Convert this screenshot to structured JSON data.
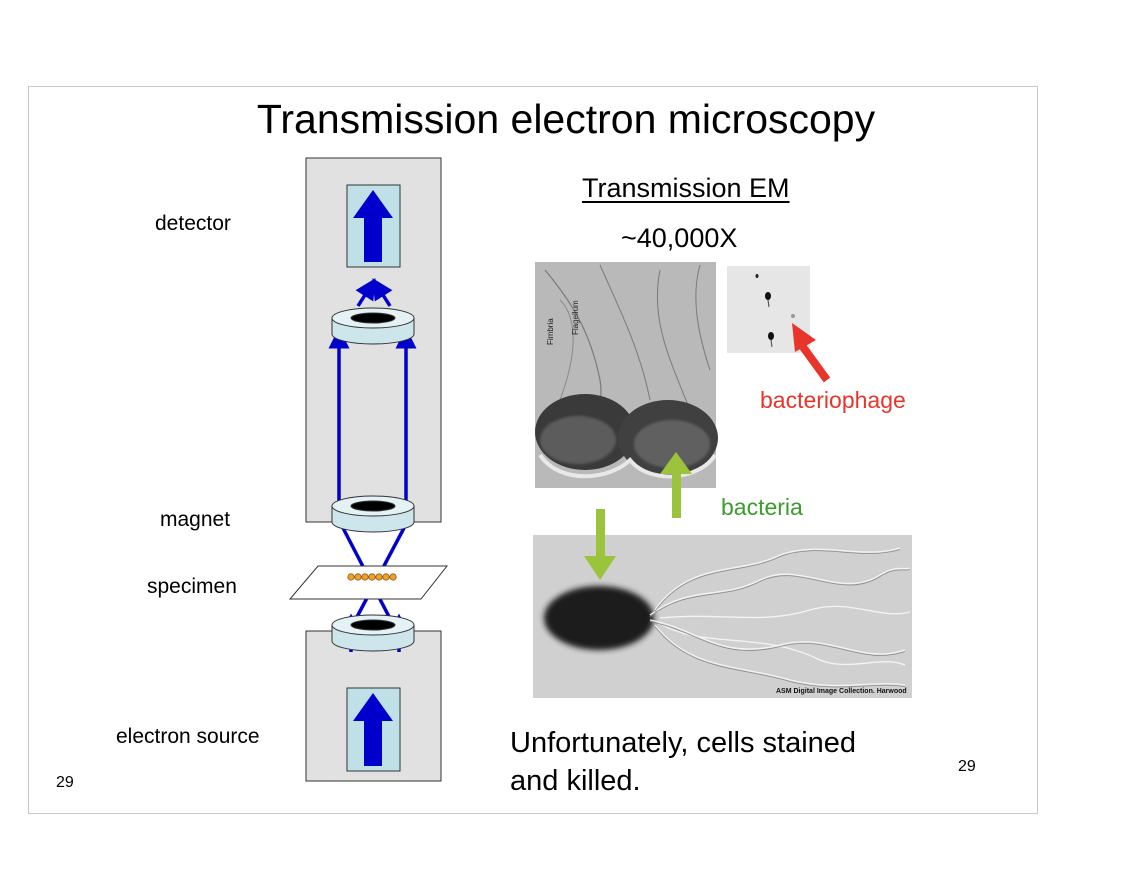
{
  "slide": {
    "title": "Transmission electron microscopy",
    "labels": {
      "detector": "detector",
      "magnet": "magnet",
      "specimen": "specimen",
      "electron_source": "electron source"
    },
    "right": {
      "subtitle": "Transmission EM",
      "magnification": "~40,000X",
      "phage_label": "bacteriophage",
      "bacteria_label": "bacteria",
      "micro_text_1": "Fimbria",
      "micro_text_2": "Flagellum",
      "credit": "ASM Digital Image Collection. Harwood",
      "caption_line1": "Unfortunately, cells stained",
      "caption_line2": "and killed."
    },
    "page_number_left": "29",
    "page_number_right": "29"
  },
  "colors": {
    "beam": "#0000cc",
    "lens": "#cce6ec",
    "column": "#e1e1e1",
    "phage_arrow": "#e8352a",
    "bacteria_arrow": "#9bc43c",
    "specimen_dots": "#f0a030"
  }
}
